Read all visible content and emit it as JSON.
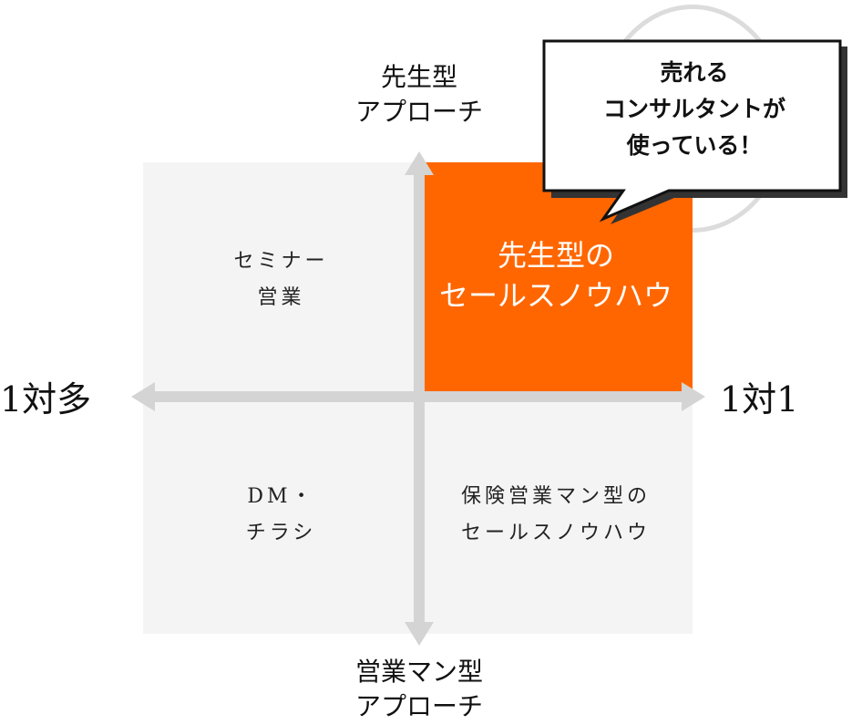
{
  "axes": {
    "top": [
      "先生型",
      "アプローチ"
    ],
    "bottom": [
      "営業マン型",
      "アプローチ"
    ],
    "left": "1対多",
    "right": "1対1"
  },
  "quadrants": {
    "top_left": [
      "セミナー",
      "営業"
    ],
    "top_right": [
      "先生型の",
      "セールスノウハウ"
    ],
    "bottom_left": [
      "DM・",
      "チラシ"
    ],
    "bottom_right": [
      "保険営業マン型の",
      "セールスノウハウ"
    ]
  },
  "callout": [
    "売れる",
    "コンサルタントが",
    "使っている！"
  ],
  "colors": {
    "highlight": "#ff6600",
    "quadrant_bg": "#f4f4f4",
    "axis_arrow": "#d4d4d4"
  }
}
